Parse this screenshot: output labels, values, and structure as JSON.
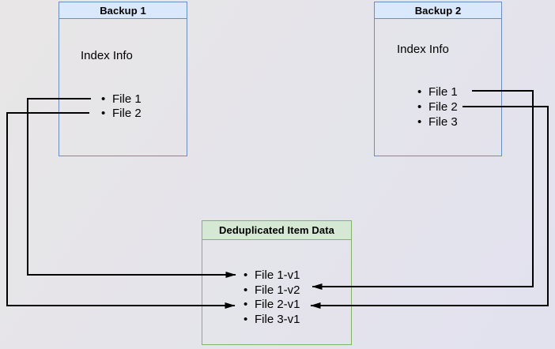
{
  "diagram": {
    "background_color": "#e5e4ea",
    "arrow_color": "#000000",
    "backup1": {
      "title": "Backup 1",
      "label": "Index Info",
      "files": [
        "File 1",
        "File 2"
      ],
      "border_color": "#6c8ebf",
      "header_fill": "#dae8fc"
    },
    "backup2": {
      "title": "Backup 2",
      "label": "Index Info",
      "files": [
        "File 1",
        "File 2",
        "File 3"
      ],
      "border_color": "#6c8ebf",
      "header_fill": "#dae8fc"
    },
    "dedup": {
      "title": "Deduplicated Item Data",
      "items": [
        "File 1-v1",
        "File 1-v2",
        "File 2-v1",
        "File 3-v1"
      ],
      "border_color": "#82b366",
      "header_fill": "#d5e8d4"
    },
    "connections": [
      {
        "from": "Backup 1 / File 1",
        "to": "File 1-v1",
        "side": "left"
      },
      {
        "from": "Backup 1 / File 2",
        "to": "File 2-v1",
        "side": "left"
      },
      {
        "from": "Backup 2 / File 1",
        "to": "File 1-v2",
        "side": "right"
      },
      {
        "from": "Backup 2 / File 2",
        "to": "File 2-v1",
        "side": "right"
      }
    ]
  }
}
